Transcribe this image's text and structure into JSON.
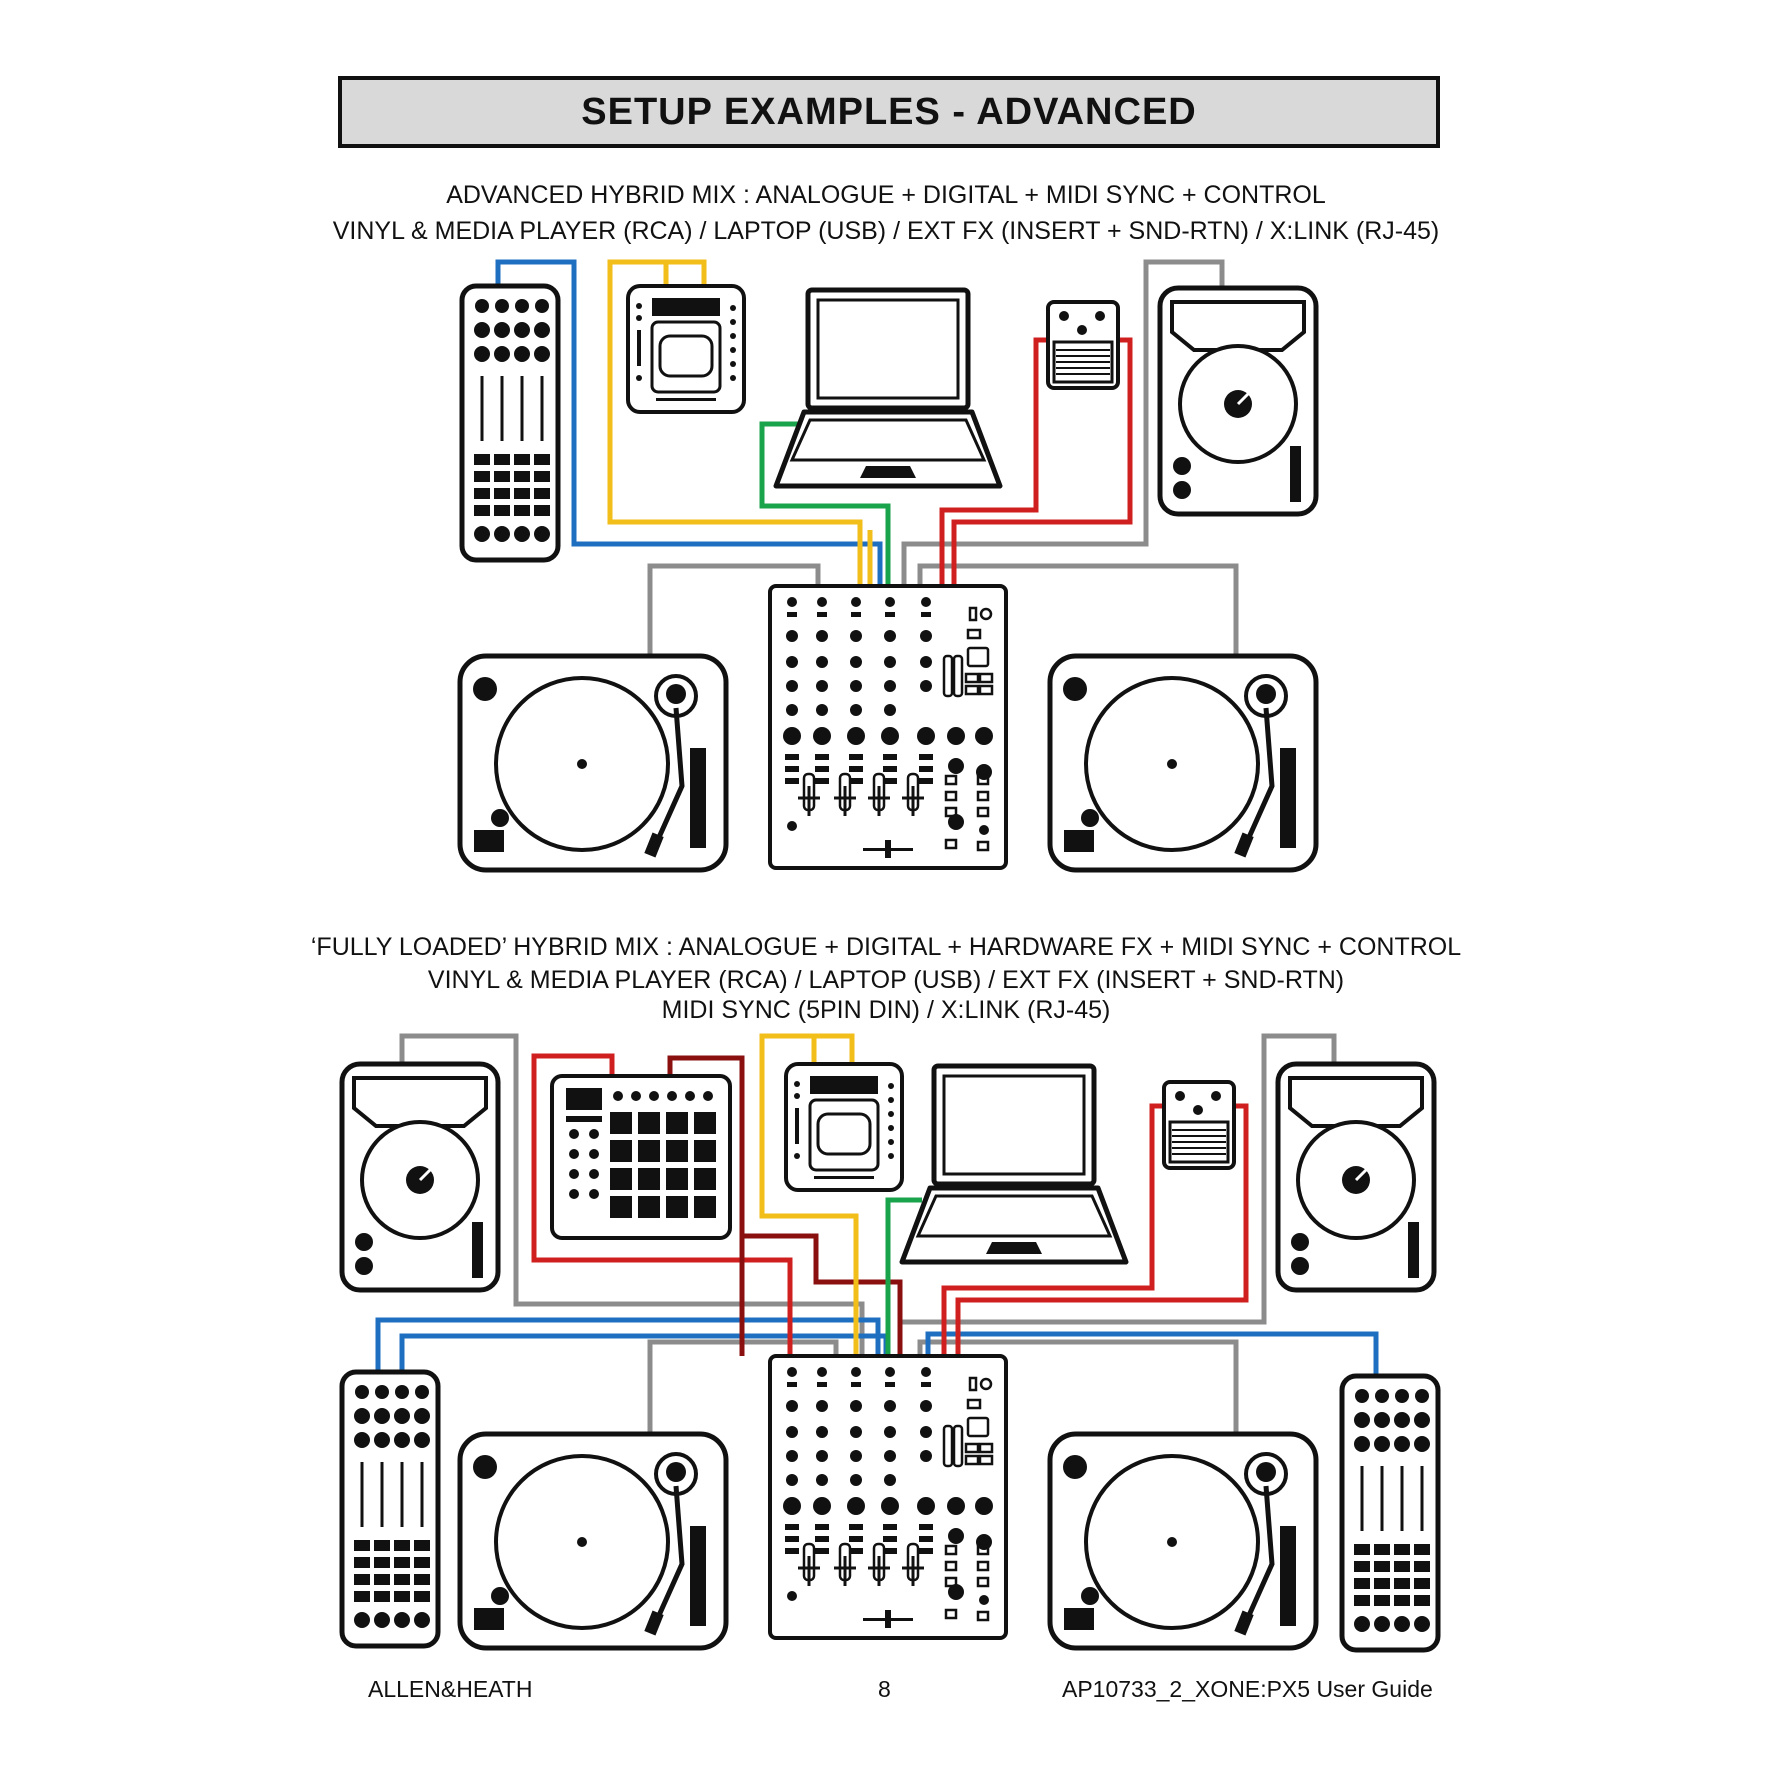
{
  "page": {
    "title": "SETUP EXAMPLES - ADVANCED",
    "page_number": "8",
    "brand": "ALLEN&HEATH",
    "guide": "AP10733_2_XONE:PX5 User Guide"
  },
  "section1": {
    "line1": "ADVANCED HYBRID MIX : ANALOGUE + DIGITAL + MIDI SYNC + CONTROL",
    "line2": "VINYL  & MEDIA PLAYER (RCA) / LAPTOP (USB) / EXT FX (INSERT + SND-RTN) / X:LINK (RJ-45)"
  },
  "section2": {
    "line1": "‘FULLY LOADED’ HYBRID MIX : ANALOGUE + DIGITAL + HARDWARE FX + MIDI SYNC + CONTROL",
    "line2": "VINYL  & MEDIA PLAYER (RCA) / LAPTOP (USB) / EXT FX (INSERT + SND-RTN)",
    "line3": "MIDI SYNC (5PIN DIN) / X:LINK (RJ-45)"
  },
  "cable_colors": {
    "xlink": "#1f6fc0",
    "rca": "#f2be1a",
    "usb": "#19a34b",
    "fx": "#d01f1f",
    "midi": "#8a1010",
    "phono": "#8c8c8c"
  },
  "icons": [
    "controller-icon",
    "media-player-icon",
    "laptop-icon",
    "fx-pedal-icon",
    "speaker-icon",
    "turntable-icon",
    "mixer-icon",
    "sampler-icon"
  ]
}
